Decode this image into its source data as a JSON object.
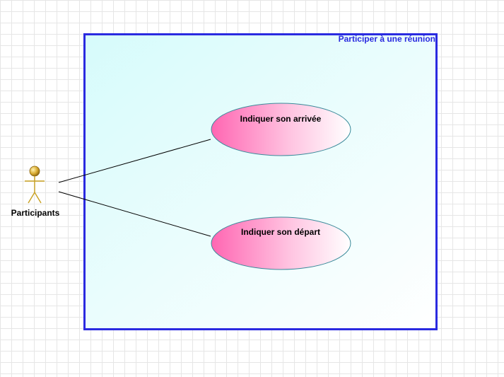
{
  "system": {
    "title": "Participer à une réunion",
    "border_color": "#2a2ae0",
    "fill_color": "#e0ffff"
  },
  "actor": {
    "label": "Participants",
    "color": "#c8a020"
  },
  "use_cases": [
    {
      "label": "Indiquer son arrivée"
    },
    {
      "label": "Indiquer son départ"
    }
  ],
  "colors": {
    "use_case_gradient_start": "#ff66b2",
    "use_case_gradient_end": "#ffffff",
    "use_case_border": "#3a8a9a",
    "association_line": "#000000"
  }
}
